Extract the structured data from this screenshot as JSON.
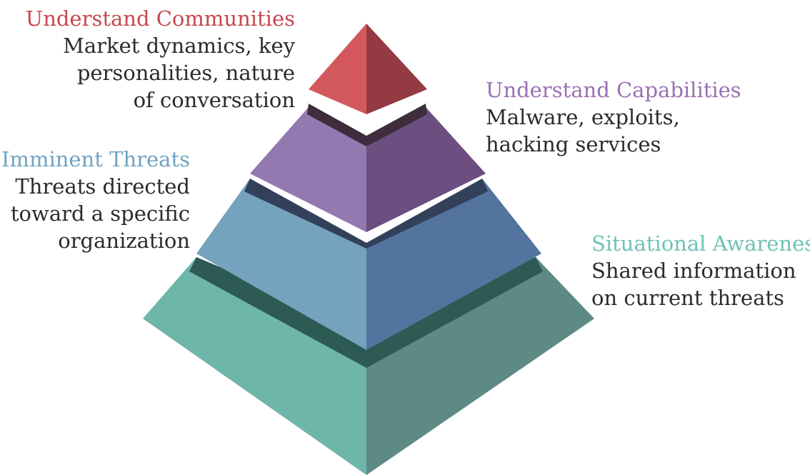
{
  "tiers": [
    {
      "id": "communities",
      "title": "Understand Communities",
      "lines": [
        "Market dynamics, key",
        "personalities, nature",
        "of conversation"
      ],
      "title_color": "#c8474f",
      "face_light": "#d3585e",
      "face_dark": "#933a42",
      "base_shadow": "#3d2d3d"
    },
    {
      "id": "capabilities",
      "title": "Understand Capabilities",
      "lines": [
        "Malware, exploits,",
        "hacking services"
      ],
      "title_color": "#9a6fb4",
      "face_light": "#9478b0",
      "face_dark": "#6c4f80",
      "base_shadow": "#33405a"
    },
    {
      "id": "threats",
      "title": "Imminent Threats",
      "lines": [
        "Threats directed",
        "toward a specific",
        "organization"
      ],
      "title_color": "#6fa3c3",
      "face_light": "#75a2bc",
      "face_dark": "#53749e",
      "base_shadow": "#2d5a52"
    },
    {
      "id": "awareness",
      "title": "Situational Awareness",
      "lines": [
        "Shared information",
        "on current threats"
      ],
      "title_color": "#6fc2b4",
      "face_light": "#6fb6aa",
      "face_dark": "#5e8a85"
    }
  ]
}
